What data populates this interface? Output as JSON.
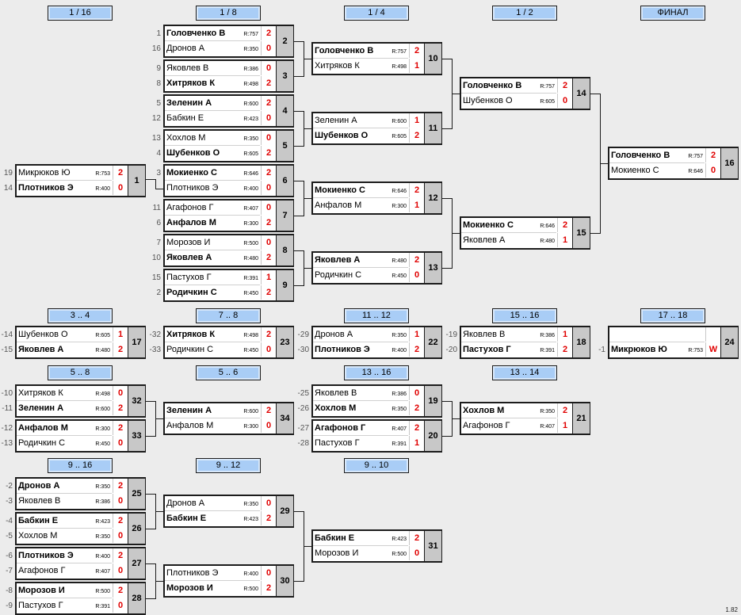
{
  "headers": [
    "1 / 16",
    "1 / 8",
    "1 / 4",
    "1 / 2",
    "ФИНАЛ",
    "3 .. 4",
    "7 .. 8",
    "11 .. 12",
    "15 .. 16",
    "17 .. 18",
    "5 .. 8",
    "5 .. 6",
    "13 .. 16",
    "13 .. 14",
    "9 .. 16",
    "9 .. 12",
    "9 .. 10"
  ],
  "version": "1.82",
  "matches": [
    {
      "num": "2",
      "p": [
        {
          "name": "Головченко В",
          "rating": "R:757",
          "score": "2",
          "winner": true,
          "seed": "1"
        },
        {
          "name": "Дронов А",
          "rating": "R:350",
          "score": "0",
          "winner": false,
          "seed": "16"
        }
      ]
    },
    {
      "num": "3",
      "p": [
        {
          "name": "Яковлев В",
          "rating": "R:386",
          "score": "0",
          "winner": false,
          "seed": "9"
        },
        {
          "name": "Хитряков К",
          "rating": "R:498",
          "score": "2",
          "winner": true,
          "seed": "8"
        }
      ]
    },
    {
      "num": "4",
      "p": [
        {
          "name": "Зеленин А",
          "rating": "R:600",
          "score": "2",
          "winner": true,
          "seed": "5"
        },
        {
          "name": "Бабкин Е",
          "rating": "R:423",
          "score": "0",
          "winner": false,
          "seed": "12"
        }
      ]
    },
    {
      "num": "5",
      "p": [
        {
          "name": "Хохлов М",
          "rating": "R:350",
          "score": "0",
          "winner": false,
          "seed": "13"
        },
        {
          "name": "Шубенков О",
          "rating": "R:605",
          "score": "2",
          "winner": true,
          "seed": "4"
        }
      ]
    },
    {
      "num": "6",
      "p": [
        {
          "name": "Мокиенко С",
          "rating": "R:646",
          "score": "2",
          "winner": true,
          "seed": "3"
        },
        {
          "name": "Плотников Э",
          "rating": "R:400",
          "score": "0",
          "winner": false,
          "seed": ""
        }
      ]
    },
    {
      "num": "7",
      "p": [
        {
          "name": "Агафонов Г",
          "rating": "R:407",
          "score": "0",
          "winner": false,
          "seed": "11"
        },
        {
          "name": "Анфалов М",
          "rating": "R:300",
          "score": "2",
          "winner": true,
          "seed": "6"
        }
      ]
    },
    {
      "num": "8",
      "p": [
        {
          "name": "Морозов И",
          "rating": "R:500",
          "score": "0",
          "winner": false,
          "seed": "7"
        },
        {
          "name": "Яковлев А",
          "rating": "R:480",
          "score": "2",
          "winner": true,
          "seed": "10"
        }
      ]
    },
    {
      "num": "9",
      "p": [
        {
          "name": "Пастухов Г",
          "rating": "R:391",
          "score": "1",
          "winner": false,
          "seed": "15"
        },
        {
          "name": "Родичкин С",
          "rating": "R:450",
          "score": "2",
          "winner": true,
          "seed": "2"
        }
      ]
    },
    {
      "num": "1",
      "p": [
        {
          "name": "Микрюков Ю",
          "rating": "R:753",
          "score": "2",
          "winner": false,
          "seed": "19"
        },
        {
          "name": "Плотников Э",
          "rating": "R:400",
          "score": "0",
          "winner": true,
          "seed": "14"
        }
      ]
    },
    {
      "num": "10",
      "p": [
        {
          "name": "Головченко В",
          "rating": "R:757",
          "score": "2",
          "winner": true,
          "seed": ""
        },
        {
          "name": "Хитряков К",
          "rating": "R:498",
          "score": "1",
          "winner": false,
          "seed": ""
        }
      ]
    },
    {
      "num": "11",
      "p": [
        {
          "name": "Зеленин А",
          "rating": "R:600",
          "score": "1",
          "winner": false,
          "seed": ""
        },
        {
          "name": "Шубенков О",
          "rating": "R:605",
          "score": "2",
          "winner": true,
          "seed": ""
        }
      ]
    },
    {
      "num": "12",
      "p": [
        {
          "name": "Мокиенко С",
          "rating": "R:646",
          "score": "2",
          "winner": true,
          "seed": ""
        },
        {
          "name": "Анфалов М",
          "rating": "R:300",
          "score": "1",
          "winner": false,
          "seed": ""
        }
      ]
    },
    {
      "num": "13",
      "p": [
        {
          "name": "Яковлев А",
          "rating": "R:480",
          "score": "2",
          "winner": true,
          "seed": ""
        },
        {
          "name": "Родичкин С",
          "rating": "R:450",
          "score": "0",
          "winner": false,
          "seed": ""
        }
      ]
    },
    {
      "num": "14",
      "p": [
        {
          "name": "Головченко В",
          "rating": "R:757",
          "score": "2",
          "winner": true,
          "seed": ""
        },
        {
          "name": "Шубенков О",
          "rating": "R:605",
          "score": "0",
          "winner": false,
          "seed": ""
        }
      ]
    },
    {
      "num": "15",
      "p": [
        {
          "name": "Мокиенко С",
          "rating": "R:646",
          "score": "2",
          "winner": true,
          "seed": ""
        },
        {
          "name": "Яковлев А",
          "rating": "R:480",
          "score": "1",
          "winner": false,
          "seed": ""
        }
      ]
    },
    {
      "num": "16",
      "p": [
        {
          "name": "Головченко В",
          "rating": "R:757",
          "score": "2",
          "winner": true,
          "seed": ""
        },
        {
          "name": "Мокиенко С",
          "rating": "R:646",
          "score": "0",
          "winner": false,
          "seed": ""
        }
      ]
    },
    {
      "num": "17",
      "p": [
        {
          "name": "Шубенков О",
          "rating": "R:605",
          "score": "1",
          "winner": false,
          "seed": "-14"
        },
        {
          "name": "Яковлев А",
          "rating": "R:480",
          "score": "2",
          "winner": true,
          "seed": "-15"
        }
      ]
    },
    {
      "num": "23",
      "p": [
        {
          "name": "Хитряков К",
          "rating": "R:498",
          "score": "2",
          "winner": true,
          "seed": "-32"
        },
        {
          "name": "Родичкин С",
          "rating": "R:450",
          "score": "0",
          "winner": false,
          "seed": "-33"
        }
      ]
    },
    {
      "num": "22",
      "p": [
        {
          "name": "Дронов А",
          "rating": "R:350",
          "score": "1",
          "winner": false,
          "seed": "-29"
        },
        {
          "name": "Плотников Э",
          "rating": "R:400",
          "score": "2",
          "winner": true,
          "seed": "-30"
        }
      ]
    },
    {
      "num": "18",
      "p": [
        {
          "name": "Яковлев В",
          "rating": "R:386",
          "score": "1",
          "winner": false,
          "seed": "-19"
        },
        {
          "name": "Пастухов Г",
          "rating": "R:391",
          "score": "2",
          "winner": true,
          "seed": "-20"
        }
      ]
    },
    {
      "num": "24",
      "p": [
        {
          "name": "",
          "rating": "",
          "score": "",
          "winner": false,
          "seed": ""
        },
        {
          "name": "Микрюков Ю",
          "rating": "R:753",
          "score": "W",
          "winner": true,
          "seed": "-1"
        }
      ]
    },
    {
      "num": "32",
      "p": [
        {
          "name": "Хитряков К",
          "rating": "R:498",
          "score": "0",
          "winner": false,
          "seed": "-10"
        },
        {
          "name": "Зеленин А",
          "rating": "R:600",
          "score": "2",
          "winner": true,
          "seed": "-11"
        }
      ]
    },
    {
      "num": "33",
      "p": [
        {
          "name": "Анфалов М",
          "rating": "R:300",
          "score": "2",
          "winner": true,
          "seed": "-12"
        },
        {
          "name": "Родичкин С",
          "rating": "R:450",
          "score": "0",
          "winner": false,
          "seed": "-13"
        }
      ]
    },
    {
      "num": "34",
      "p": [
        {
          "name": "Зеленин А",
          "rating": "R:600",
          "score": "2",
          "winner": true,
          "seed": ""
        },
        {
          "name": "Анфалов М",
          "rating": "R:300",
          "score": "0",
          "winner": false,
          "seed": ""
        }
      ]
    },
    {
      "num": "19",
      "p": [
        {
          "name": "Яковлев В",
          "rating": "R:386",
          "score": "0",
          "winner": false,
          "seed": "-25"
        },
        {
          "name": "Хохлов М",
          "rating": "R:350",
          "score": "2",
          "winner": true,
          "seed": "-26"
        }
      ]
    },
    {
      "num": "20",
      "p": [
        {
          "name": "Агафонов Г",
          "rating": "R:407",
          "score": "2",
          "winner": true,
          "seed": "-27"
        },
        {
          "name": "Пастухов Г",
          "rating": "R:391",
          "score": "1",
          "winner": false,
          "seed": "-28"
        }
      ]
    },
    {
      "num": "21",
      "p": [
        {
          "name": "Хохлов М",
          "rating": "R:350",
          "score": "2",
          "winner": true,
          "seed": ""
        },
        {
          "name": "Агафонов Г",
          "rating": "R:407",
          "score": "1",
          "winner": false,
          "seed": ""
        }
      ]
    },
    {
      "num": "25",
      "p": [
        {
          "name": "Дронов А",
          "rating": "R:350",
          "score": "2",
          "winner": true,
          "seed": "-2"
        },
        {
          "name": "Яковлев В",
          "rating": "R:386",
          "score": "0",
          "winner": false,
          "seed": "-3"
        }
      ]
    },
    {
      "num": "26",
      "p": [
        {
          "name": "Бабкин Е",
          "rating": "R:423",
          "score": "2",
          "winner": true,
          "seed": "-4"
        },
        {
          "name": "Хохлов М",
          "rating": "R:350",
          "score": "0",
          "winner": false,
          "seed": "-5"
        }
      ]
    },
    {
      "num": "27",
      "p": [
        {
          "name": "Плотников Э",
          "rating": "R:400",
          "score": "2",
          "winner": true,
          "seed": "-6"
        },
        {
          "name": "Агафонов Г",
          "rating": "R:407",
          "score": "0",
          "winner": false,
          "seed": "-7"
        }
      ]
    },
    {
      "num": "28",
      "p": [
        {
          "name": "Морозов И",
          "rating": "R:500",
          "score": "2",
          "winner": true,
          "seed": "-8"
        },
        {
          "name": "Пастухов Г",
          "rating": "R:391",
          "score": "0",
          "winner": false,
          "seed": "-9"
        }
      ]
    },
    {
      "num": "29",
      "p": [
        {
          "name": "Дронов А",
          "rating": "R:350",
          "score": "0",
          "winner": false,
          "seed": ""
        },
        {
          "name": "Бабкин Е",
          "rating": "R:423",
          "score": "2",
          "winner": true,
          "seed": ""
        }
      ]
    },
    {
      "num": "30",
      "p": [
        {
          "name": "Плотников Э",
          "rating": "R:400",
          "score": "0",
          "winner": false,
          "seed": ""
        },
        {
          "name": "Морозов И",
          "rating": "R:500",
          "score": "2",
          "winner": true,
          "seed": ""
        }
      ]
    },
    {
      "num": "31",
      "p": [
        {
          "name": "Бабкин Е",
          "rating": "R:423",
          "score": "2",
          "winner": true,
          "seed": ""
        },
        {
          "name": "Морозов И",
          "rating": "R:500",
          "score": "0",
          "winner": false,
          "seed": ""
        }
      ]
    }
  ]
}
